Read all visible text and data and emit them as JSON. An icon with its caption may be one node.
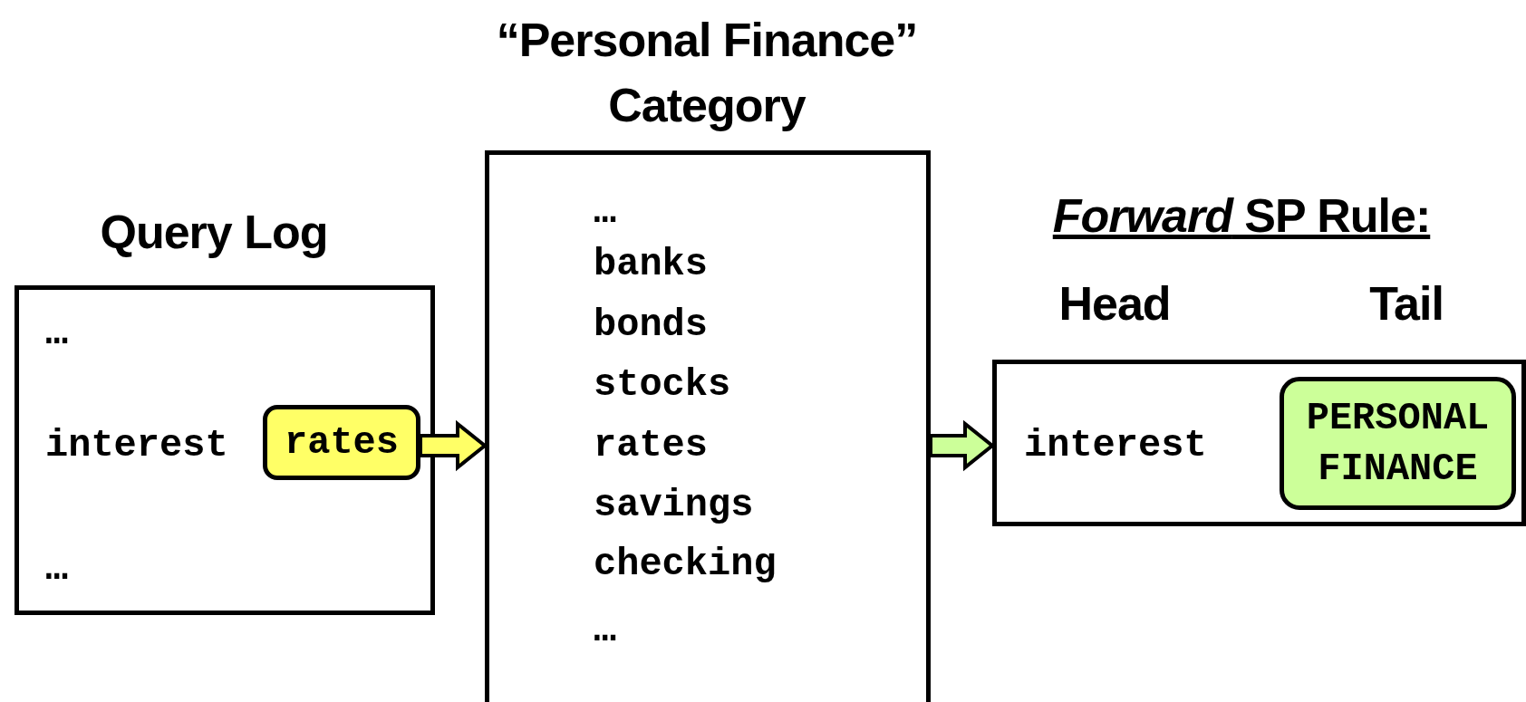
{
  "diagram": {
    "nodes": [
      {
        "text": [
          "Query Log",
          "…",
          "interest",
          "…"
        ]
      },
      {
        "text": [
          "rates"
        ],
        "in": 0
      },
      {
        "text": [
          "“Personal Finance” Category",
          "…",
          "banks",
          "bonds",
          "stocks",
          "rates",
          "savings",
          "checking",
          "…"
        ]
      },
      {
        "text": [
          "*Forward* SP Rule:",
          "Head",
          "Tail",
          "interest"
        ]
      },
      {
        "text": [
          "PERSONAL FINANCE"
        ],
        "in": 3
      }
    ],
    "edges": [
      {
        "from": 1,
        "to": 2,
        "arrow": "to",
        "color": "#ffff66"
      },
      {
        "from": 2,
        "to": 3,
        "arrow": "to",
        "color": "#ccff99"
      }
    ]
  }
}
